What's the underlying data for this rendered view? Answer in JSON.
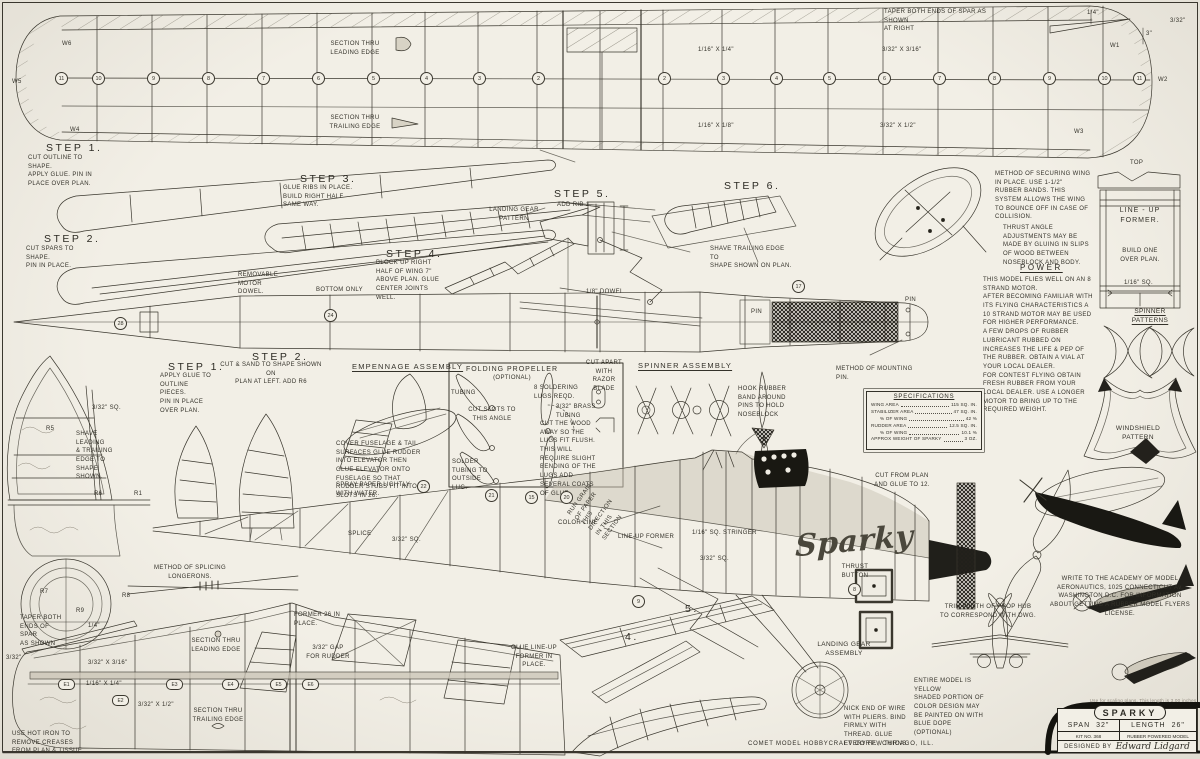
{
  "colors": {
    "paper": "#f2efe6",
    "ink": "#2f2d26",
    "shade": "#ccc6b8",
    "black": "#1b1a15"
  },
  "wing": {
    "taper_note": "TAPER BOTH ENDS OF SPAR AS SHOWN\nAT RIGHT",
    "section_le": "SECTION THRU\nLEADING EDGE",
    "section_te": "SECTION THRU\nTRAILING EDGE",
    "dim_le": "1/16\" X 1/4\"",
    "dim_spar": "3/32\" X 3/16\"",
    "dim_te": "1/16\" X 1/8\"",
    "dim_te2": "3/32\" X 1/2\"",
    "tip_a": "1/4\"",
    "tip_b": "3\"",
    "tip_c": "3/32\"",
    "ribs": [
      "2",
      "3",
      "4",
      "5",
      "6",
      "7",
      "8",
      "9",
      "10",
      "11"
    ],
    "tips_right": [
      "W1",
      "W2",
      "W3"
    ],
    "tips_left": [
      "W6",
      "W5",
      "W4"
    ]
  },
  "steps": {
    "s1": {
      "t": "STEP 1.",
      "b": "CUT OUTLINE TO SHAPE.\nAPPLY GLUE. PIN IN\nPLACE OVER PLAN."
    },
    "s2": {
      "t": "STEP 2.",
      "b": "CUT SPARS TO SHAPE.\nPIN IN PLACE."
    },
    "s3": {
      "t": "STEP 3.",
      "b": "GLUE RIBS IN PLACE.\nBUILD RIGHT HALF\nSAME WAY."
    },
    "s4": {
      "t": "STEP 4.",
      "b": "BLOCK UP RIGHT\nHALF OF WING 7\"\nABOVE PLAN. GLUE\nCENTER JOINTS WELL."
    },
    "s5": {
      "t": "STEP 5.",
      "b": "ADD RIB 1."
    },
    "s6": {
      "t": "STEP 6.",
      "b": "SHAVE TRAILING EDGE TO\nSHAPE SHOWN ON PLAN."
    },
    "r1": {
      "t": "STEP 1.",
      "b": "APPLY GLUE TO\nOUTLINE PIECES.\nPIN IN PLACE\nOVER PLAN."
    },
    "r2": {
      "t": "STEP 2.",
      "b": "CUT & SAND TO SHAPE SHOWN ON\nPLAN AT LEFT. ADD R6"
    },
    "p4": "4.",
    "p5": "5."
  },
  "fuse": {
    "removable": "REMOVABLE\nMOTOR DOWEL.",
    "bottom_only": "BOTTOM ONLY",
    "lg_pattern": "LANDING GEAR\nPATTERN",
    "dowel": "1/8\" DOWEL",
    "mount_pin": "METHOD OF MOUNTING PIN.",
    "pin": "PIN",
    "color_line": "COLOR LINE",
    "lineup": "LINE-UP  FORMER",
    "stringer": "1/16\" SQ.  STRINGER",
    "sq332": "3/32\" SQ.",
    "splice": "SPLICE",
    "splicing": "METHOD OF SPLICING\nLONGERONS.",
    "former26": "FORMER  26 IN PLACE.",
    "glue_lineup": "GLUE LINE-UP\nFORMER IN PLACE.",
    "thrust_btn": "THRUST\nBUTTON",
    "cut12": "CUT FROM PLAN\nAND GLUE TO 12.",
    "script": "Sparky",
    "nums": {
      "n8": "8",
      "n9": "9",
      "n15": "15",
      "n17": "17",
      "n20": "20",
      "n21": "21",
      "n22": "22",
      "n24": "24",
      "n28": "28"
    }
  },
  "prop": {
    "title": "FOLDING  PROPELLER",
    "optional": "(OPTIONAL)",
    "tubing": "TUBING",
    "cut_slots": "CUT SLOTS TO\nTHIS ANGLE",
    "solder": "SOLDER\nTUBING TO\nOUTSIDE LUG.",
    "lugs": "8 SOLDERING\nLUGS REQD.",
    "brass": "3/32\" BRASS\nTUBING",
    "cut_wood": "CUT THE WOOD AWAY SO THE LUGS FIT FLUSH. THIS WILL REQUIRE SLIGHT BENDING OF THE LUGS ADD SEVERAL COATS OF GLUE",
    "cut_apart": "CUT APART\nWITH\nRAZOR BLADE",
    "spinner_title": "SPINNER  ASSEMBLY",
    "hook": "HOOK RUBBER\nBAND AROUND\nPINS TO HOLD\nNOSEBLOCK",
    "trim": "TRIM WIDTH OF PROP HUB\nTO CORRESPOND WITH DWG.",
    "grain": "RUN GRAIN OF PAPER THIS DIRECTION IN THIS SECTION"
  },
  "tail": {
    "empennage": "EMPENNAGE  ASSEMBLY",
    "cover": "COVER FUSELAGE & TAIL SURFACES GLUE RUDDER INTO ELEVATOR THEN GLUE ELEVATOR ONTO FUSELAGE SO THAT RUDDER STUBS FIT INTO SLOTS IN 26.",
    "spray": "SPRAY PAPER LIGHTLY WITH WATER.",
    "fin_sq": "3/32\" SQ.",
    "shave": "SHAVE LEADING\n& TRAILING\nEDGE TO SHAPE\nSHOWN.",
    "r1": "R1",
    "r5": "R5",
    "r6": "R6",
    "r7": "R7",
    "r8": "R8",
    "r9": "R9",
    "e": [
      "E1",
      "E2",
      "E3",
      "E4",
      "E5",
      "E6"
    ],
    "taper": "TAPER BOTH\nENDS OF SPAR\nAS SHOWN",
    "quarter": "1/4\"",
    "tip332": "3/32\"",
    "sec_le": "SECTION  THRU\nLEADING  EDGE",
    "gap": "3/32\" GAP\nFOR RUDDER",
    "dim_a": "3/32\" X 3/16\"",
    "dim_b": "1/16\" X 1/4\"",
    "dim_c": "3/32\" X 1/2\"",
    "sec_te": "SECTION  THRU\nTRAILING  EDGE",
    "iron": "USE HOT IRON TO\nREMOVE CREASES\nFROM PLAN & TISSUE.",
    "lg_assembly": "LANDING  GEAR\nASSEMBLY",
    "nick": "NICK END OF WIRE WITH PLIERS. BIND FIRMLY WITH THREAD. GLUE EVERY FEW TURNS."
  },
  "rightcol": {
    "securing": "METHOD OF SECURING WING IN PLACE. USE 1-1/2\" RUBBER BANDS. THIS SYSTEM ALLOWS THE WING TO BOUNCE OFF IN CASE OF COLLISION.",
    "thrust": "THRUST ANGLE ADJUSTMENTS MAY BE MADE BY GLUING IN SLIPS OF WOOD BETWEEN NOSEBLOCK AND BODY.",
    "power_t": "POWER",
    "power_b": "THIS MODEL FLIES WELL ON AN 8 STRAND MOTOR.\nAFTER BECOMING FAMILIAR WITH ITS FLYING CHARACTERISTICS A 10 STRAND MOTOR MAY BE USED FOR HIGHER PERFORMANCE.\nA FEW DROPS OF RUBBER LUBRICANT RUBBED ON INCREASES THE LIFE & PEP OF THE RUBBER. OBTAIN A VIAL AT YOUR LOCAL DEALER.\nFOR CONTEST FLYING OBTAIN FRESH RUBBER FROM YOUR LOCAL DEALER. USE A LONGER MOTOR TO BRING UP TO THE REQUIRED WEIGHT.",
    "top": "TOP",
    "lineup": "LINE - UP\nFORMER.",
    "build": "BUILD ONE\nOVER PLAN.",
    "sq": "1/16\" SQ.",
    "spat": "SPINNER\nPATTERNS",
    "wind": "WINDSHIELD\nPATTERN",
    "academy": "WRITE TO THE ACADEMY OF MODEL AERONAUTICS, 1025 CONNECTICUT Av. WASHINGTON D.C. FOR INFORMATION ABOUT GETTING A RUBBER MODEL FLYERS LICENSE.",
    "yellow": "ENTIRE MODEL IS\nYELLOW\nSHADED PORTION OF\nCOLOR DESIGN MAY\nBE PAINTED ON WITH\nBLUE DOPE (OPTIONAL)"
  },
  "specs": {
    "title": "SPECIFICATIONS",
    "rows": [
      {
        "l": "WING AREA",
        "v": "115 SQ. IN."
      },
      {
        "l": "STABILIZER AREA",
        "v": "47 SQ. IN."
      },
      {
        "l": "% OF WING",
        "v": "42 %"
      },
      {
        "l": "RUDDER AREA",
        "v": "12.5 SQ. IN."
      },
      {
        "l": "% OF WING",
        "v": "10.1 %"
      },
      {
        "l": "APPROX WEIGHT OF SPARKY",
        "v": "3 OZ."
      }
    ]
  },
  "footer": {
    "company": "COMET MODEL HOBBYCRAFT CORP.,  CHICAGO, ILL.",
    "scale_note": "Use for scaling plans. This length is 3.00 inches"
  },
  "title_block": {
    "name": "SPARKY",
    "span_l": "SPAN",
    "span_v": "32\"",
    "len_l": "LENGTH",
    "len_v": "26\"",
    "kit": "KIT NO. 368",
    "type": "RUBBER POWERED MODEL",
    "des": "DESIGNED BY",
    "designer": "Edward Lidgard"
  }
}
